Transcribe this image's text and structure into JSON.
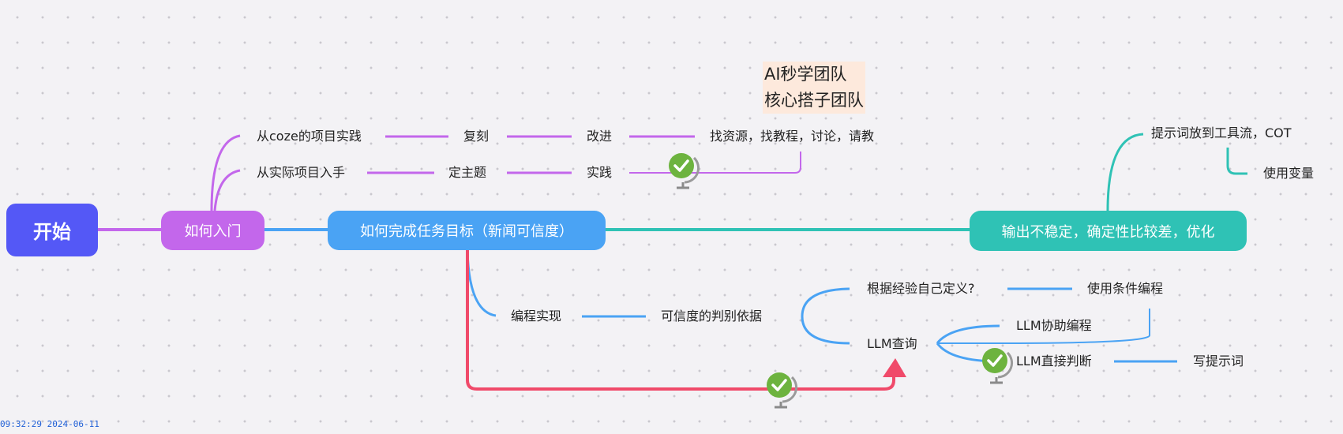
{
  "root": {
    "label": "开始"
  },
  "branch_start": {
    "label": "如何入门",
    "children": [
      {
        "label": "从coze的项目实践",
        "chain": [
          "复刻",
          "改进",
          "找资源，找教程，讨论，请教"
        ]
      },
      {
        "label": "从实际项目入手",
        "chain": [
          "定主题",
          "实践"
        ]
      }
    ]
  },
  "note": {
    "lines": [
      "AI秒学团队",
      "核心搭子团队"
    ]
  },
  "main_goal": {
    "label": "如何完成任务目标（新闻可信度）",
    "impl": "编程实现",
    "basis": "可信度的判别依据",
    "options": {
      "experience": "根据经验自己定义?",
      "conditional": "使用条件编程",
      "llm_query": "LLM查询",
      "llm_assist": "LLM协助编程",
      "llm_direct": "LLM直接判断",
      "write_prompt": "写提示词"
    }
  },
  "output": {
    "label": "输出不稳定，确定性比较差，优化",
    "prompt_to_flow": "提示词放到工具流，COT",
    "use_variables": "使用变量"
  },
  "timestamp": "09:32:29 2024-06-11",
  "colors": {
    "root": "#5458f6",
    "purple": "#c367eb",
    "blue": "#4aa3f4",
    "teal": "#2fc2b5",
    "relation": "#f04a6a",
    "check": "#6db33f"
  },
  "icons": [
    "checkmark-globe-icon"
  ]
}
